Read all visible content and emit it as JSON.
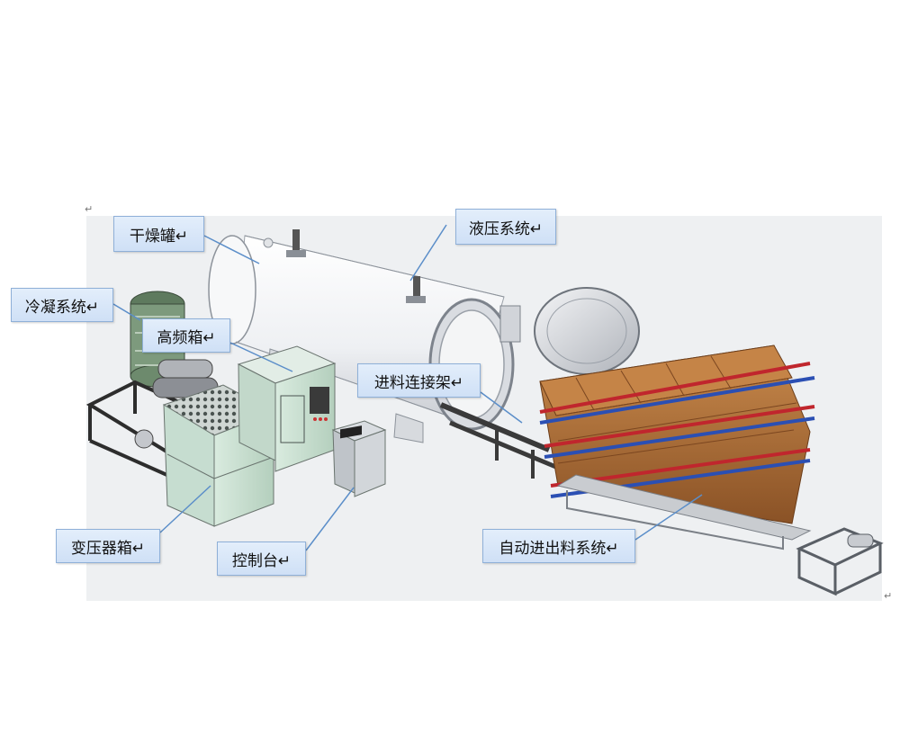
{
  "callouts": {
    "drying_tank": "干燥罐↵",
    "hydraulic_system": "液压系统↵",
    "condensing_system": "冷凝系统↵",
    "hf_box": "高频箱↵",
    "feed_rack": "进料连接架↵",
    "transformer_box": "变压器箱↵",
    "control_console": "控制台↵",
    "auto_feed_system": "自动进出料系统↵"
  },
  "para_mark": "↵",
  "colors": {
    "callout_bg": "#d6e6f8",
    "callout_border": "#8fb0d8",
    "leader_line": "#5b8ec9",
    "tank": "#f3f4f6",
    "box_green": "#cfe3d6",
    "wood": "#b8743a",
    "rail_red": "#c0262d",
    "rail_blue": "#2b4fb3"
  }
}
